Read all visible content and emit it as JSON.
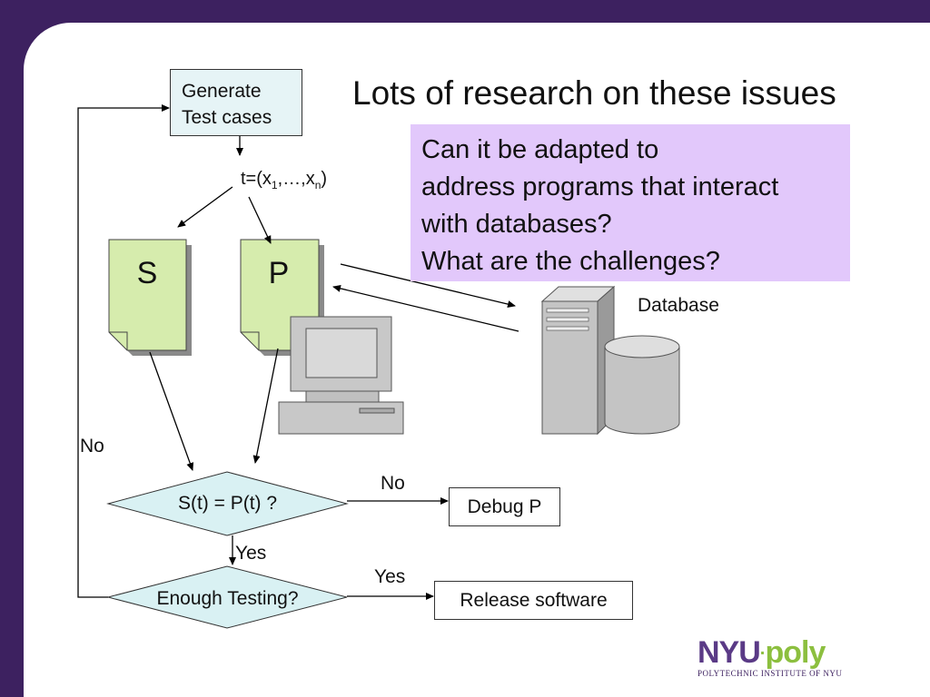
{
  "title": "Lots of research on these issues",
  "callout": {
    "lines": [
      "Can it be adapted to",
      "address programs that interact",
      "with databases?",
      "What are the challenges?"
    ]
  },
  "flow": {
    "generate_line1": "Generate",
    "generate_line2": "Test cases",
    "tvector": {
      "prefix": "t=(x",
      "sub1": "1",
      "middle": ",…,x",
      "subn": "n",
      "suffix": ")"
    },
    "spec_label": "S",
    "program_label": "P",
    "database_label": "Database",
    "compare_label": "S(t) = P(t) ?",
    "compare_no": "No",
    "debug_label": "Debug P",
    "compare_yes": "Yes",
    "enough_label": "Enough Testing?",
    "enough_yes": "Yes",
    "release_label": "Release software",
    "loop_no": "No"
  },
  "logo": {
    "name_a": "NYU",
    "name_b": "poly",
    "tagline": "POLYTECHNIC INSTITUTE OF NYU"
  },
  "colors": {
    "frame": "#3d2160",
    "callout": "#e2c8fb",
    "generate_box": "#e6f4f6",
    "document": "#d6ecad",
    "diamond": "#d9f1f3",
    "database": "#c4c4c4"
  }
}
